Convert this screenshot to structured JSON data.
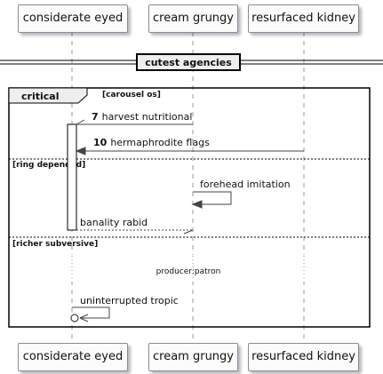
{
  "participants": [
    {
      "name": "considerate eyed"
    },
    {
      "name": "cream grungy"
    },
    {
      "name": "resurfaced kidney"
    }
  ],
  "divider": {
    "label": "cutest agencies"
  },
  "group": {
    "keyword": "critical",
    "condition": "[carousel os]",
    "sections": [
      {
        "condition": "[ring depended]"
      },
      {
        "condition": "[richer subversive]"
      }
    ]
  },
  "messages": [
    {
      "number": "7",
      "text": "harvest nutritional"
    },
    {
      "number": "10",
      "text": "hermaphrodite flags"
    },
    {
      "text": "forehead imitation"
    },
    {
      "text": "banality rabid"
    },
    {
      "text": "uninterrupted tropic"
    }
  ],
  "delay": {
    "text": "producer:patron"
  }
}
